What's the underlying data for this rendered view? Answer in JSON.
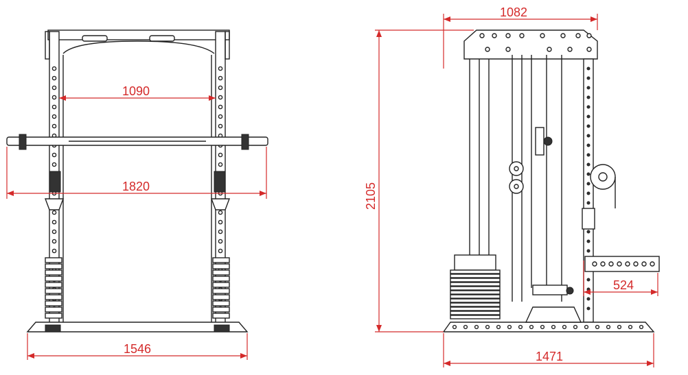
{
  "colors": {
    "dimension": "#d42a2a",
    "line": "#222222",
    "background": "#ffffff"
  },
  "front_view": {
    "inner_width": "1090",
    "bar_span": "1820",
    "base_width": "1546"
  },
  "side_view": {
    "top_width": "1082",
    "height": "2105",
    "arm_depth": "524",
    "base_depth": "1471"
  }
}
